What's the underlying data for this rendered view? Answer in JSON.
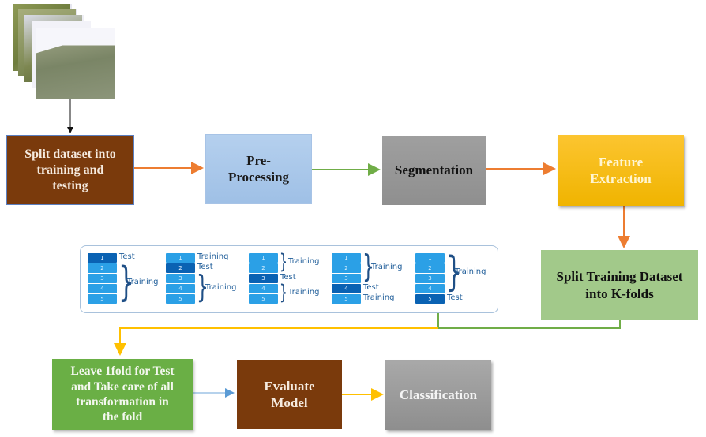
{
  "diagram": {
    "input_image": {
      "icon": "leaf-image-stack-icon",
      "description": "stack of leaf images"
    },
    "nodes": {
      "split_dataset": "Split dataset into training and testing",
      "split_dataset_lines": [
        "Split dataset into",
        "training and",
        "testing"
      ],
      "pre_processing_lines": [
        "Pre-",
        "Processing"
      ],
      "segmentation": "Segmentation",
      "feature_extraction_lines": [
        "Feature",
        "Extraction"
      ],
      "split_kfolds_lines": [
        "Split Training Dataset",
        "into K-folds"
      ],
      "leave_fold_lines": [
        "Leave 1fold for Test",
        "and Take care of all",
        "transformation in",
        "the fold"
      ],
      "evaluate_lines": [
        "Evaluate",
        "Model"
      ],
      "classification": "Classification"
    },
    "kfold_illustration": {
      "cells": [
        "1",
        "2",
        "3",
        "4",
        "5"
      ],
      "test_label": "Test",
      "training_label": "Training",
      "folds": [
        {
          "test_index": 1
        },
        {
          "test_index": 2
        },
        {
          "test_index": 3
        },
        {
          "test_index": 4
        },
        {
          "test_index": 5
        }
      ]
    },
    "colors": {
      "brown": "#7a3a0c",
      "light_blue": "#a9c8ec",
      "gray": "#979797",
      "gold": "#f7bd17",
      "light_green": "#a2c98a",
      "green": "#6aaf45",
      "arrow_orange": "#ed7d31",
      "arrow_green": "#70ad47",
      "arrow_blue": "#5b9bd5",
      "arrow_gold": "#ffc000",
      "fold_cell": "#2ba0e6",
      "fold_test_cell": "#0a62b3"
    }
  }
}
